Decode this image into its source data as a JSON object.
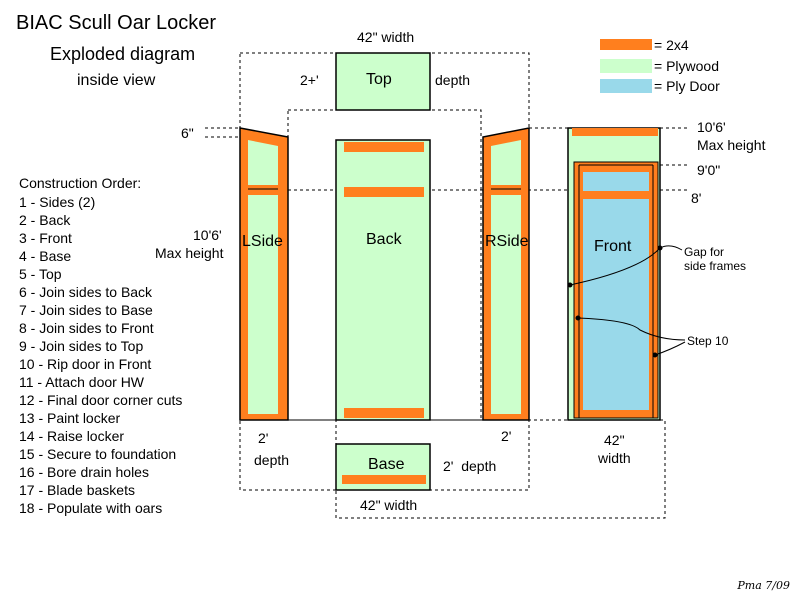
{
  "title": {
    "line1": "BIAC Scull Oar Locker",
    "line2": "Exploded diagram",
    "line3": "inside view"
  },
  "legend": {
    "items": [
      {
        "label": "= 2x4",
        "color": "#ff7f1e"
      },
      {
        "label": "= Plywood",
        "color": "#ccffcc"
      },
      {
        "label": "= Ply Door",
        "color": "#99d9ea"
      }
    ]
  },
  "construction": {
    "title": "Construction Order:",
    "steps": [
      "1 - Sides (2)",
      "2 - Back",
      "3 - Front",
      "4 - Base",
      "5 - Top",
      "6 - Join sides to Back",
      "7 - Join sides to Base",
      "8 - Join sides to Front",
      "9 - Join sides to Top",
      "10 - Rip door in Front",
      "11 - Attach door HW",
      "12 - Final door corner cuts",
      "13 - Paint locker",
      "14 - Raise locker",
      "15 - Secure to foundation",
      "16 - Bore drain holes",
      "17 - Blade baskets",
      "18 - Populate with oars"
    ]
  },
  "parts": {
    "top": "Top",
    "back": "Back",
    "lside": "LSide",
    "rside": "RSide",
    "front": "Front",
    "base": "Base"
  },
  "dimensions": {
    "top_width": "42\" width",
    "top_height": "2+'",
    "top_depth": "depth",
    "side_top": "6\"",
    "side_height_1": "10'6'",
    "side_height_2": "Max height",
    "lside_depth_1": "2'",
    "lside_depth_2": "depth",
    "base_width": "42\" width",
    "base_depth": "2'  depth",
    "rside_depth": "2'",
    "front_max_1": "10'6'",
    "front_max_2": "Max height",
    "front_door_top": "9'0\"",
    "front_8": "8'",
    "front_width_1": "42\"",
    "front_width_2": "width"
  },
  "notes": {
    "gap_1": "Gap for",
    "gap_2": "side frames",
    "step10": "Step 10"
  },
  "signature": "Pma 7/09"
}
